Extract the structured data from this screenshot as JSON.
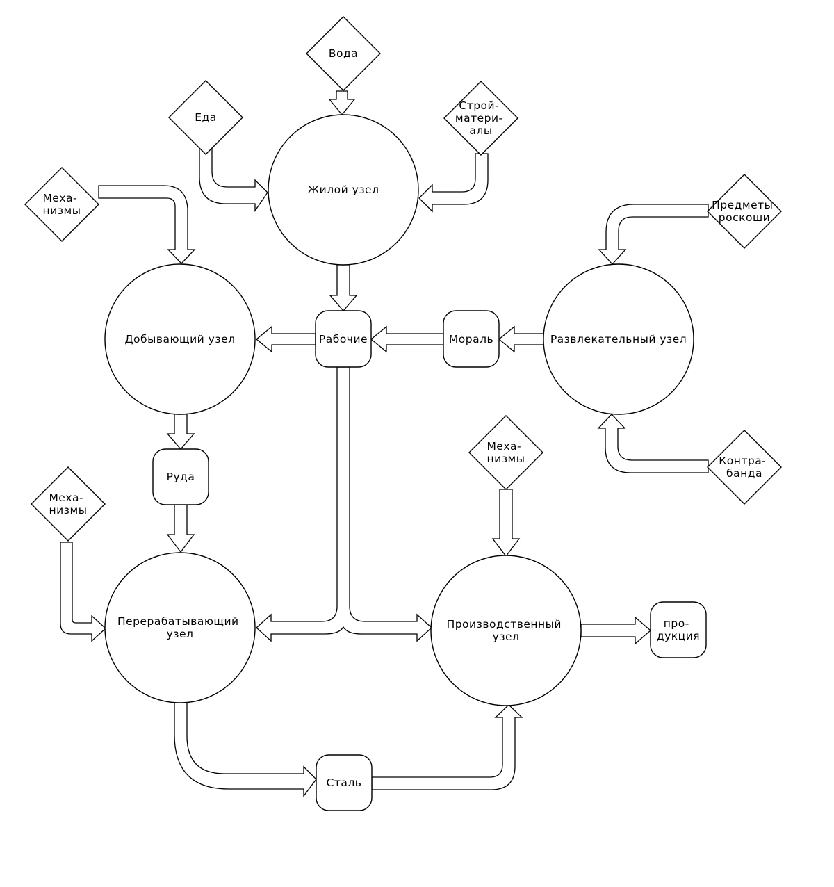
{
  "nodes": {
    "residential": {
      "lines": [
        "Жилой узел"
      ]
    },
    "mining": {
      "lines": [
        "Добывающий узел"
      ]
    },
    "entertainment": {
      "lines": [
        "Развлекательный узел"
      ]
    },
    "processing": {
      "lines": [
        "Перерабатывающий",
        "узел"
      ]
    },
    "production": {
      "lines": [
        "Производственный",
        "узел"
      ]
    }
  },
  "resources": {
    "workers": {
      "lines": [
        "Рабочие"
      ]
    },
    "morale": {
      "lines": [
        "Мораль"
      ]
    },
    "ore": {
      "lines": [
        "Руда"
      ]
    },
    "steel": {
      "lines": [
        "Сталь"
      ]
    },
    "products": {
      "lines": [
        "про-",
        "дукция"
      ]
    }
  },
  "inputs": {
    "water": {
      "lines": [
        "Вода"
      ]
    },
    "food": {
      "lines": [
        "Еда"
      ]
    },
    "building_materials": {
      "lines": [
        "Строй-",
        "матери-",
        "алы"
      ]
    },
    "mechanisms_mining": {
      "lines": [
        "Меха-",
        "низмы"
      ]
    },
    "luxury_goods": {
      "lines": [
        "Предметы",
        "роскоши"
      ]
    },
    "mechanisms_production": {
      "lines": [
        "Меха-",
        "низмы"
      ]
    },
    "contraband": {
      "lines": [
        "Контра-",
        "банда"
      ]
    },
    "mechanisms_processing": {
      "lines": [
        "Меха-",
        "низмы"
      ]
    }
  }
}
